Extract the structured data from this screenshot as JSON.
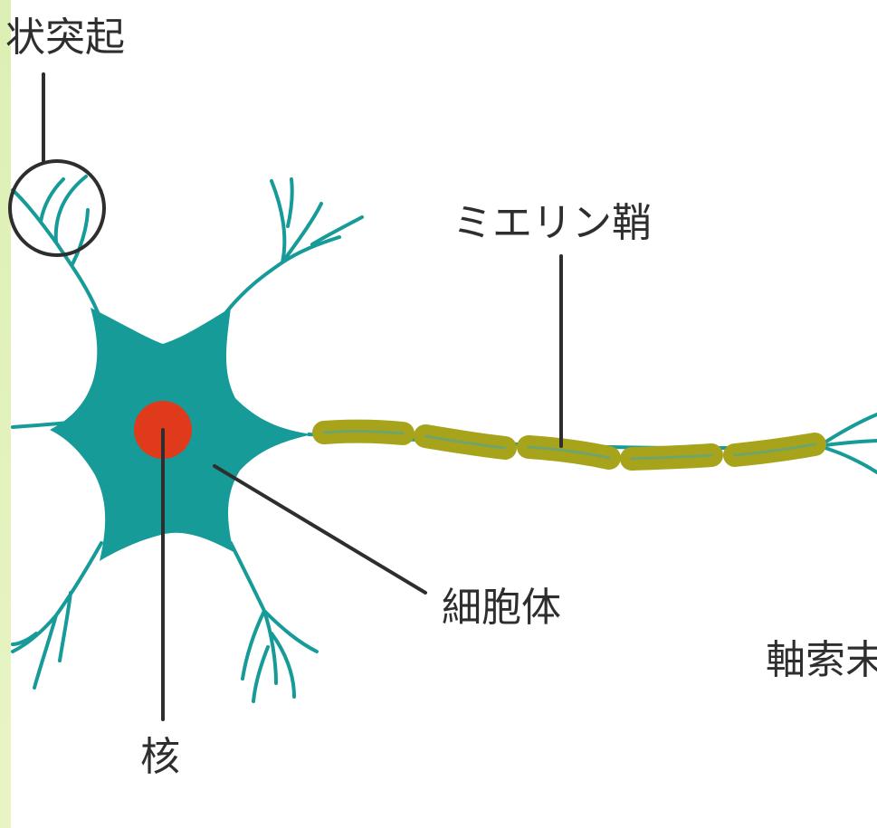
{
  "labels": {
    "dendrite": "状突起",
    "myelin": "ミエリン鞘",
    "soma": "細胞体",
    "nucleus": "核",
    "axon": "軸索末"
  },
  "colors": {
    "neuron": "#169b98",
    "nucleus": "#e03a1c",
    "myelin": "#a7a41c",
    "myelin_stripe": "#6fa56b",
    "leader": "#2e2e2e",
    "strip_gradient_top": "#dcefb4",
    "strip_gradient_bottom": "#e9f4c5"
  }
}
